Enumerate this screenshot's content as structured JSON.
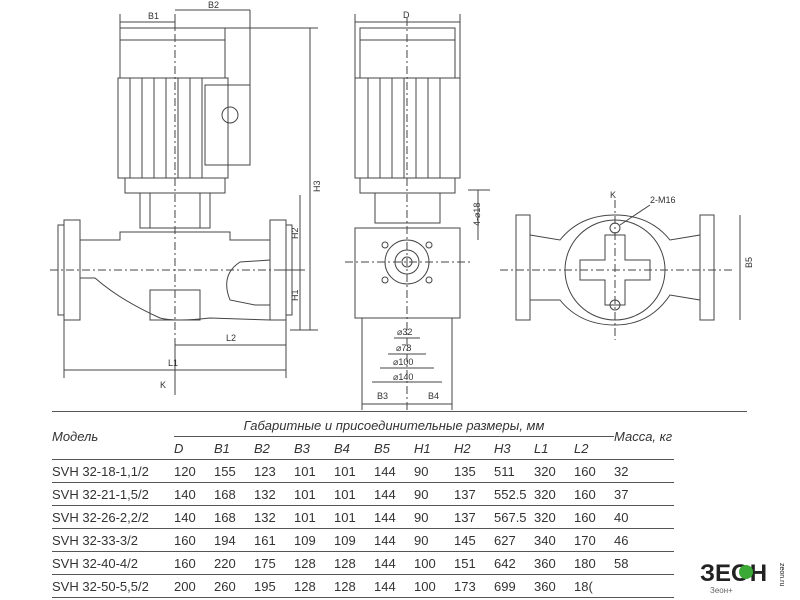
{
  "drawing": {
    "dim_labels": {
      "b1": "B1",
      "b2": "B2",
      "h3": "H3",
      "h2": "H2",
      "h1": "H1",
      "l1": "L1",
      "l2": "L2",
      "k_side": "K",
      "d": "D",
      "holes": "4-⌀18",
      "d32": "⌀32",
      "d78": "⌀78",
      "d100": "⌀100",
      "d140": "⌀140",
      "b3": "B3",
      "b4": "B4",
      "k_top": "K",
      "m16": "2-M16",
      "b5": "B5"
    }
  },
  "table": {
    "model_header": "Модель",
    "group_header": "Габаритные и присоединительные размеры, мм",
    "mass_header": "Масса, кг",
    "columns": [
      "D",
      "B1",
      "B2",
      "B3",
      "B4",
      "B5",
      "H1",
      "H2",
      "H3",
      "L1",
      "L2"
    ],
    "rows": [
      {
        "model": "SVH 32-18-1,1/2",
        "values": [
          "120",
          "155",
          "123",
          "101",
          "101",
          "144",
          "90",
          "135",
          "511",
          "320",
          "160"
        ],
        "mass": "32"
      },
      {
        "model": "SVH 32-21-1,5/2",
        "values": [
          "140",
          "168",
          "132",
          "101",
          "101",
          "144",
          "90",
          "137",
          "552.5",
          "320",
          "160"
        ],
        "mass": "37"
      },
      {
        "model": "SVH 32-26-2,2/2",
        "values": [
          "140",
          "168",
          "132",
          "101",
          "101",
          "144",
          "90",
          "137",
          "567.5",
          "320",
          "160"
        ],
        "mass": "40"
      },
      {
        "model": "SVH 32-33-3/2",
        "values": [
          "160",
          "194",
          "161",
          "109",
          "109",
          "144",
          "90",
          "145",
          "627",
          "340",
          "170"
        ],
        "mass": "46"
      },
      {
        "model": "SVH 32-40-4/2",
        "values": [
          "160",
          "220",
          "175",
          "128",
          "128",
          "144",
          "100",
          "151",
          "642",
          "360",
          "180"
        ],
        "mass": "58"
      },
      {
        "model": "SVH 32-50-5,5/2",
        "values": [
          "200",
          "260",
          "195",
          "128",
          "128",
          "144",
          "100",
          "173",
          "699",
          "360",
          "18("
        ],
        "mass": ""
      }
    ]
  },
  "logo": {
    "main": "ЗЕОН",
    "sub": "Зеон+",
    "side": "zeon.ru"
  },
  "colors": {
    "line": "#444444",
    "text": "#333333",
    "logo_green": "#3aa935"
  }
}
